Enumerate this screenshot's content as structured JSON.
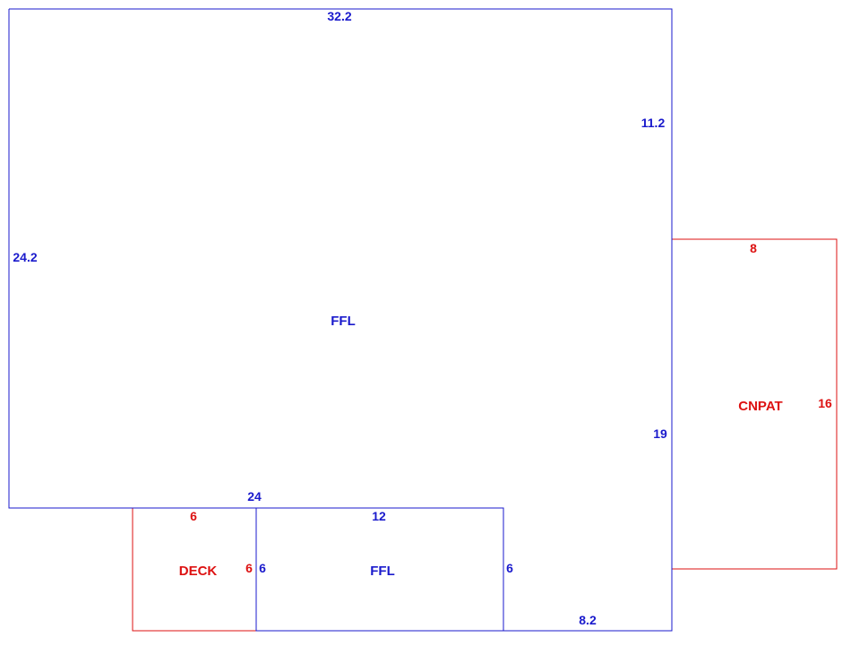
{
  "colors": {
    "living_area": "#1a1acc",
    "addition": "#dd1111",
    "background": "#ffffff"
  },
  "sketch": {
    "main_ffl": {
      "label": "FFL",
      "dims": {
        "top": "32.2",
        "left": "24.2",
        "right_upper": "11.2",
        "right_lower": "19",
        "bottom": "24",
        "bottom_right": "8.2"
      }
    },
    "lower_ffl": {
      "label": "FFL",
      "dims": {
        "top": "12",
        "left": "6",
        "right": "6"
      }
    },
    "deck": {
      "label": "DECK",
      "dims": {
        "top": "6",
        "right": "6"
      }
    },
    "cnpat": {
      "label": "CNPAT",
      "dims": {
        "top": "8",
        "right": "16"
      }
    }
  }
}
